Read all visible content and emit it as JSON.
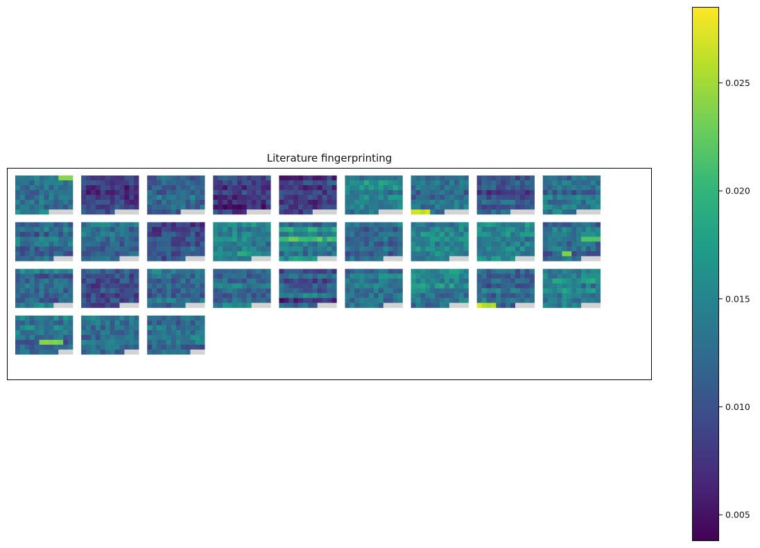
{
  "chart_data": {
    "type": "heatmap",
    "title": "Literature fingerprinting",
    "layout": {
      "panels_per_row": 9,
      "panel_count": 30,
      "panel_rows": 8,
      "panel_cols": 12
    },
    "missing_color": "#d3d3d3",
    "colorscale": {
      "name": "viridis",
      "min": 0.0038,
      "max": 0.0285,
      "ticks": [
        "0.005",
        "0.010",
        "0.015",
        "0.020",
        "0.025"
      ],
      "stops": [
        "#440154",
        "#482878",
        "#3e4989",
        "#31688e",
        "#26828e",
        "#1f9e89",
        "#35b779",
        "#6ece58",
        "#b5de2b",
        "#fde725"
      ]
    },
    "panels": [
      {
        "pattern": "bright-top-right",
        "missing_last_row": 5
      },
      {
        "pattern": "dark",
        "missing_last_row": 5
      },
      {
        "pattern": "mid",
        "missing_last_row": 5
      },
      {
        "pattern": "dark",
        "missing_last_row": 5
      },
      {
        "pattern": "dark",
        "missing_last_row": 5
      },
      {
        "pattern": "mid-bright",
        "missing_last_row": 5
      },
      {
        "pattern": "bright-bottom-left",
        "missing_last_row": 5
      },
      {
        "pattern": "dark-mid",
        "missing_last_row": 5
      },
      {
        "pattern": "mid",
        "missing_last_row": 5
      },
      {
        "pattern": "mid",
        "missing_last_row": 4
      },
      {
        "pattern": "mid",
        "missing_last_row": 4
      },
      {
        "pattern": "dark-mid",
        "missing_last_row": 4
      },
      {
        "pattern": "mid-bright",
        "missing_last_row": 4
      },
      {
        "pattern": "bright-bands",
        "missing_last_row": 4
      },
      {
        "pattern": "mid",
        "missing_last_row": 4
      },
      {
        "pattern": "mid-bright",
        "missing_last_row": 4
      },
      {
        "pattern": "mid-bright",
        "missing_last_row": 4
      },
      {
        "pattern": "bright-spots",
        "missing_last_row": 4
      },
      {
        "pattern": "mid",
        "missing_last_row": 4
      },
      {
        "pattern": "dark-mid",
        "missing_last_row": 4
      },
      {
        "pattern": "mid",
        "missing_last_row": 4
      },
      {
        "pattern": "mid",
        "missing_last_row": 4
      },
      {
        "pattern": "dark-bands",
        "missing_last_row": 4
      },
      {
        "pattern": "mid",
        "missing_last_row": 4
      },
      {
        "pattern": "mid-bright",
        "missing_last_row": 4
      },
      {
        "pattern": "bright-bottom-left",
        "missing_last_row": 4
      },
      {
        "pattern": "mid-bright",
        "missing_last_row": 4
      },
      {
        "pattern": "bright-row",
        "missing_last_row": 3
      },
      {
        "pattern": "mid",
        "missing_last_row": 3
      },
      {
        "pattern": "mid",
        "missing_last_row": 3
      }
    ]
  }
}
